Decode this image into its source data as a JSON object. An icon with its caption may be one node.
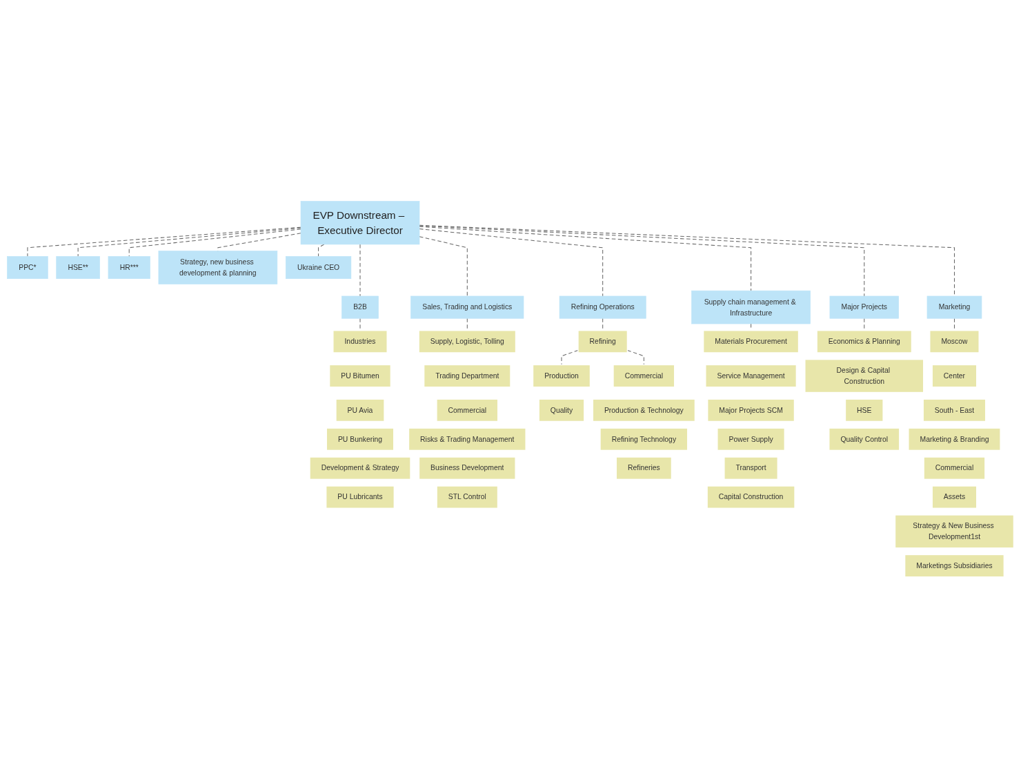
{
  "diagram": {
    "nodes": [
      {
        "text": [
          "EVP Downstream – Executive Director"
        ]
      },
      {
        "text": [
          "PPC*"
        ]
      },
      {
        "text": [
          "HSE**"
        ]
      },
      {
        "text": [
          "HR***"
        ]
      },
      {
        "text": [
          "Strategy, new business development & planning"
        ]
      },
      {
        "text": [
          "Ukraine CEO"
        ]
      },
      {
        "text": [
          "B2B"
        ]
      },
      {
        "text": [
          "Sales, Trading and Logistics"
        ]
      },
      {
        "text": [
          "Refining Operations"
        ]
      },
      {
        "text": [
          "Supply chain management & Infrastructure"
        ]
      },
      {
        "text": [
          "Major Projects"
        ]
      },
      {
        "text": [
          "Marketing"
        ]
      },
      {
        "text": [
          "Industries"
        ]
      },
      {
        "text": [
          "PU Bitumen"
        ]
      },
      {
        "text": [
          "PU Avia"
        ]
      },
      {
        "text": [
          "PU Bunkering"
        ]
      },
      {
        "text": [
          "Development & Strategy"
        ]
      },
      {
        "text": [
          "PU Lubricants"
        ]
      },
      {
        "text": [
          "Supply, Logistic, Tolling"
        ]
      },
      {
        "text": [
          "Trading Department"
        ]
      },
      {
        "text": [
          "Commercial"
        ]
      },
      {
        "text": [
          "Risks & Trading Management"
        ]
      },
      {
        "text": [
          "Business Development"
        ]
      },
      {
        "text": [
          "STL Control"
        ]
      },
      {
        "text": [
          "Refining"
        ]
      },
      {
        "text": [
          "Production"
        ]
      },
      {
        "text": [
          "Quality"
        ]
      },
      {
        "text": [
          "Commercial"
        ]
      },
      {
        "text": [
          "Production & Technology"
        ]
      },
      {
        "text": [
          "Refining Technology"
        ]
      },
      {
        "text": [
          "Refineries"
        ]
      },
      {
        "text": [
          "Materials Procurement"
        ]
      },
      {
        "text": [
          "Service Management"
        ]
      },
      {
        "text": [
          "Major Projects SCM"
        ]
      },
      {
        "text": [
          "Power Supply"
        ]
      },
      {
        "text": [
          "Transport"
        ]
      },
      {
        "text": [
          "Capital Construction"
        ]
      },
      {
        "text": [
          "Economics & Planning"
        ]
      },
      {
        "text": [
          "Design & Capital Construction"
        ]
      },
      {
        "text": [
          "HSE"
        ]
      },
      {
        "text": [
          "Quality Control"
        ]
      },
      {
        "text": [
          "Moscow"
        ]
      },
      {
        "text": [
          "Center"
        ]
      },
      {
        "text": [
          "South - East"
        ]
      },
      {
        "text": [
          "Marketing & Branding"
        ]
      },
      {
        "text": [
          "Commercial"
        ]
      },
      {
        "text": [
          "Assets"
        ]
      },
      {
        "text": [
          "Strategy & New Business Development1st"
        ]
      },
      {
        "text": [
          "Marketings Subsidiaries"
        ]
      }
    ],
    "edges": [
      {
        "from": 0,
        "to": 1,
        "arrow": "none",
        "style": "dashed"
      },
      {
        "from": 0,
        "to": 2,
        "arrow": "none",
        "style": "dashed"
      },
      {
        "from": 0,
        "to": 3,
        "arrow": "none",
        "style": "dashed"
      },
      {
        "from": 0,
        "to": 4,
        "arrow": "none",
        "style": "dashed"
      },
      {
        "from": 0,
        "to": 5,
        "arrow": "none",
        "style": "dashed"
      },
      {
        "from": 0,
        "to": 6,
        "arrow": "none",
        "style": "dashed"
      },
      {
        "from": 0,
        "to": 7,
        "arrow": "none",
        "style": "dashed"
      },
      {
        "from": 0,
        "to": 8,
        "arrow": "none",
        "style": "dashed"
      },
      {
        "from": 0,
        "to": 9,
        "arrow": "none",
        "style": "dashed"
      },
      {
        "from": 0,
        "to": 10,
        "arrow": "none",
        "style": "dashed"
      },
      {
        "from": 0,
        "to": 11,
        "arrow": "none",
        "style": "dashed"
      },
      {
        "from": 6,
        "to": 12,
        "arrow": "none",
        "style": "dashed"
      },
      {
        "from": 7,
        "to": 18,
        "arrow": "none",
        "style": "dashed"
      },
      {
        "from": 8,
        "to": 24,
        "arrow": "none",
        "style": "dashed"
      },
      {
        "from": 24,
        "to": 25,
        "arrow": "none",
        "style": "dashed"
      },
      {
        "from": 24,
        "to": 27,
        "arrow": "none",
        "style": "dashed"
      },
      {
        "from": 9,
        "to": 31,
        "arrow": "none",
        "style": "dashed"
      },
      {
        "from": 10,
        "to": 37,
        "arrow": "none",
        "style": "dashed"
      },
      {
        "from": 11,
        "to": 41,
        "arrow": "none",
        "style": "dashed"
      }
    ]
  }
}
